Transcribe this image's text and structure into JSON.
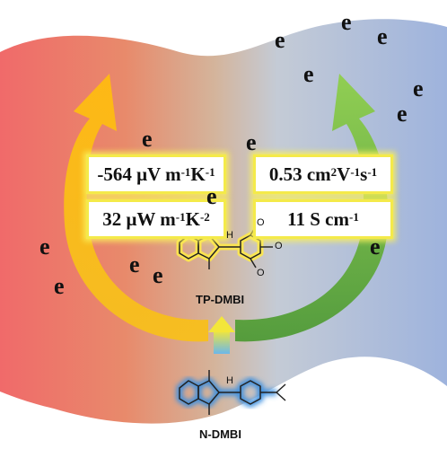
{
  "colors": {
    "left_panel": "#f06a6a",
    "right_panel": "#9eb3dd",
    "arrow_left": "#f7c51f",
    "arrow_right": "#7cc043",
    "glow_yellow": "#f4ea4a",
    "glow_blue": "#3a8fe0"
  },
  "properties": {
    "seebeck_value": "-564",
    "seebeck_unit": "μV m",
    "seebeck_exp1": "-1",
    "seebeck_unit2": " K",
    "seebeck_exp2": "-1",
    "power_value": "32",
    "power_unit": "μW m",
    "power_exp1": "-1",
    "power_unit2": " K",
    "power_exp2": "-2",
    "mobility_value": "0.53",
    "mobility_unit": "cm",
    "mobility_exp1": "2",
    "mobility_unit2": " V",
    "mobility_exp2": "-1",
    "mobility_unit3": " s",
    "mobility_exp3": "-1",
    "conductivity_value": "11",
    "conductivity_unit": "S cm",
    "conductivity_exp": "-1"
  },
  "electron_symbol": "e",
  "molecules": {
    "top_label": "TP-DMBI",
    "bottom_label": "N-DMBI",
    "h_label": "H",
    "methoxy_label": "O"
  },
  "icons": [
    "curved-arrow-left",
    "curved-arrow-right",
    "up-arrow",
    "electron-marker"
  ]
}
